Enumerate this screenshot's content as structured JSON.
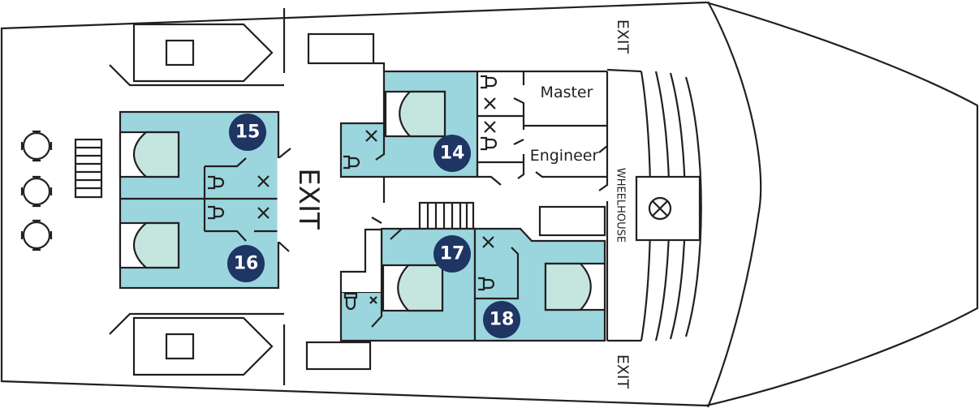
{
  "colors": {
    "cabin": "#9bd6de",
    "bed": "#c5e6df",
    "badge": "#1f3564",
    "line": "#231f20"
  },
  "cabins": [
    {
      "number": "15"
    },
    {
      "number": "16"
    },
    {
      "number": "14"
    },
    {
      "number": "17"
    },
    {
      "number": "18"
    }
  ],
  "rooms": {
    "master": "Master",
    "engineer": "Engineer",
    "wheelhouse": "WHEELHOUSE"
  },
  "exits": {
    "top": "EXIT",
    "middle": "EXIT",
    "bottom": "EXIT"
  },
  "icons": [
    "bed-icon",
    "toilet-icon",
    "sink-x-icon",
    "table-icon",
    "stairs-icon",
    "lifeboat-icon",
    "compass-icon"
  ]
}
